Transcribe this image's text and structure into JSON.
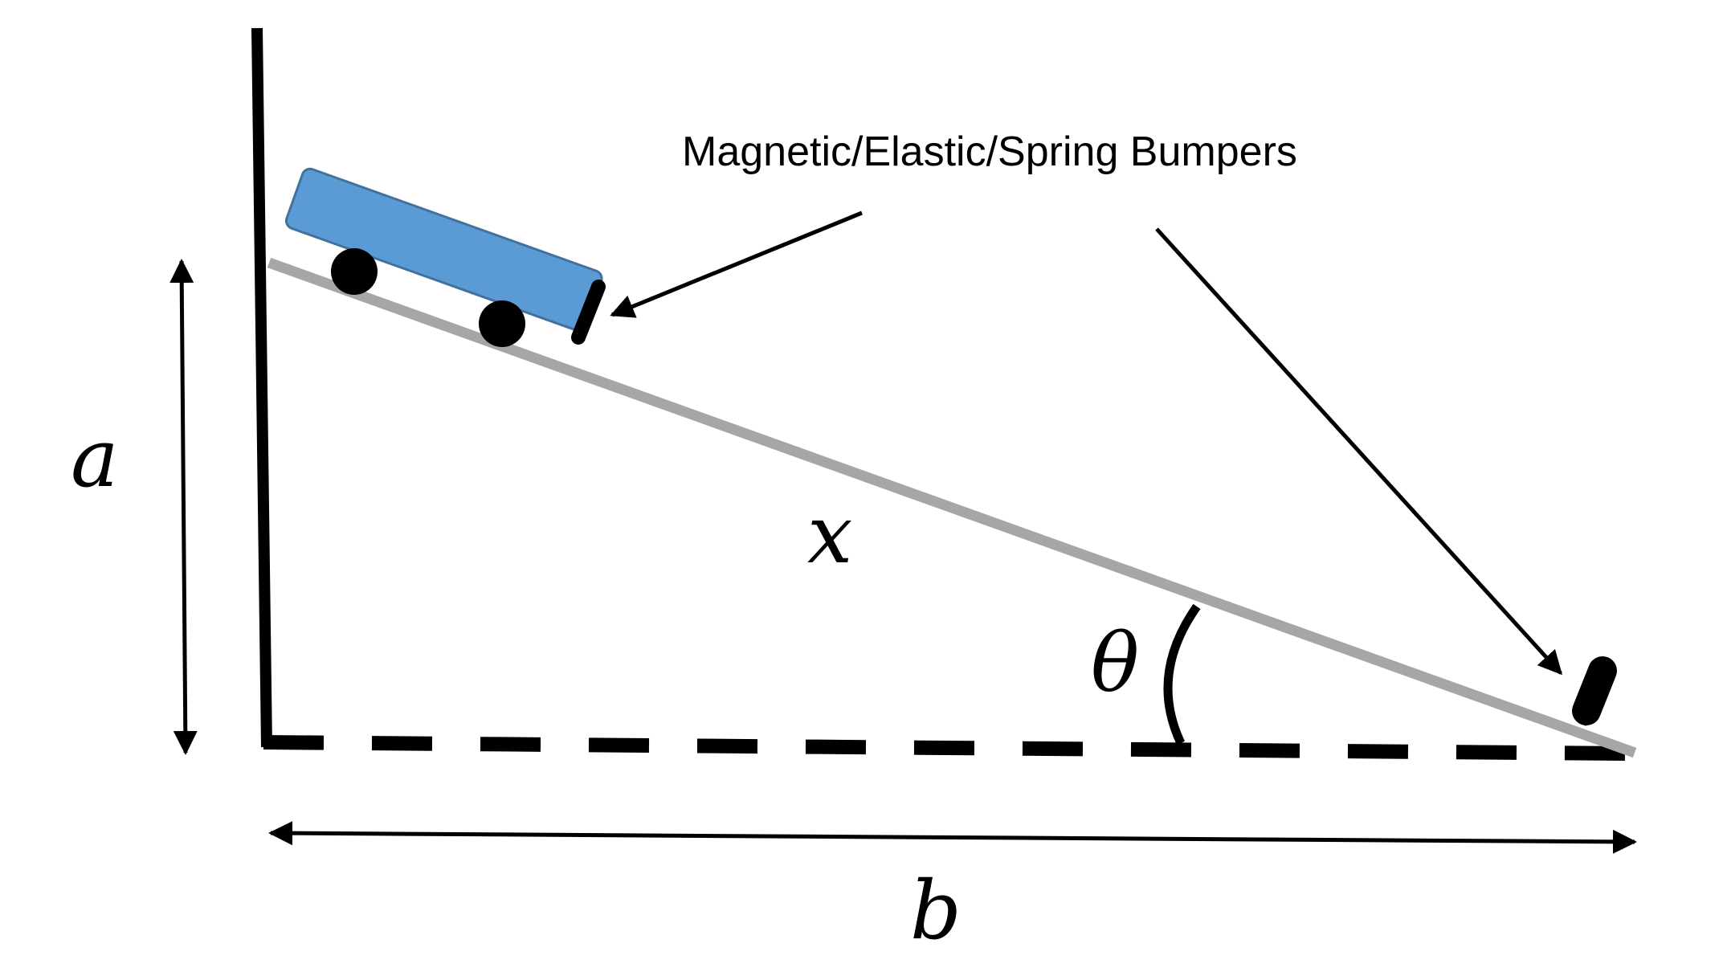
{
  "annotation": {
    "text": "Magnetic/Elastic/Spring Bumpers"
  },
  "labels": {
    "height": "a",
    "base": "b",
    "hypotenuse": "x",
    "angle": "θ"
  },
  "colors": {
    "cart": "#5b9bd5",
    "cart_outline": "#41719c",
    "incline": "#a6a6a6",
    "ink": "#000000"
  }
}
